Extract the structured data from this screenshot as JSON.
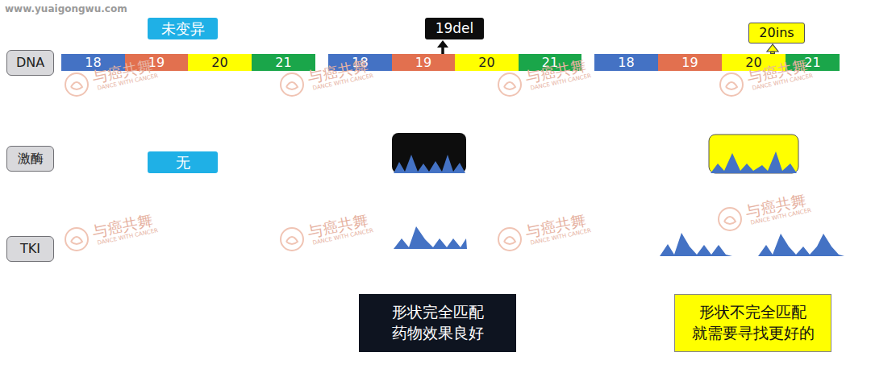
{
  "diagram": {
    "nodes": [
      {
        "text": [
          "DNA"
        ]
      },
      {
        "text": [
          "未变异"
        ]
      },
      {
        "text": [
          "19del"
        ]
      },
      {
        "text": [
          "20ins"
        ]
      },
      {
        "text": [
          "18"
        ]
      },
      {
        "text": [
          "19"
        ]
      },
      {
        "text": [
          "20"
        ]
      },
      {
        "text": [
          "21"
        ]
      },
      {
        "text": [
          "18"
        ]
      },
      {
        "text": [
          "19"
        ]
      },
      {
        "text": [
          "20"
        ]
      },
      {
        "text": [
          "21"
        ]
      },
      {
        "text": [
          "18"
        ]
      },
      {
        "text": [
          "19"
        ]
      },
      {
        "text": [
          "20"
        ]
      },
      {
        "text": [
          "21"
        ]
      },
      {
        "text": [
          "激酶"
        ]
      },
      {
        "text": [
          "无"
        ]
      },
      {
        "text": [
          "TKI"
        ]
      },
      {
        "text": [
          "形状完全匹配 药物效果良好"
        ]
      },
      {
        "text": [
          "形状不完全匹配 就需要寻找更好的"
        ]
      }
    ],
    "edges": [
      {
        "from": 9,
        "to": 2,
        "arrow": "to"
      },
      {
        "from": 14,
        "to": 3,
        "arrow": "to"
      }
    ],
    "labels": [
      "www.yuaigongwu.com",
      "与癌共舞",
      "DANCE WITH CANCER",
      "与癌共舞",
      "DANCE WITH CANCER",
      "与癌共舞",
      "DANCE WITH CANCER",
      "与癌共舞",
      "DANCE WITH CANCER",
      "与癌共舞",
      "DANCE WITH CANCER",
      "与癌共舞",
      "DANCE WITH CANCER",
      "与癌共舞",
      "DANCE WITH CANCER",
      "与癌共舞",
      "DANCE WITH CANCER"
    ]
  }
}
